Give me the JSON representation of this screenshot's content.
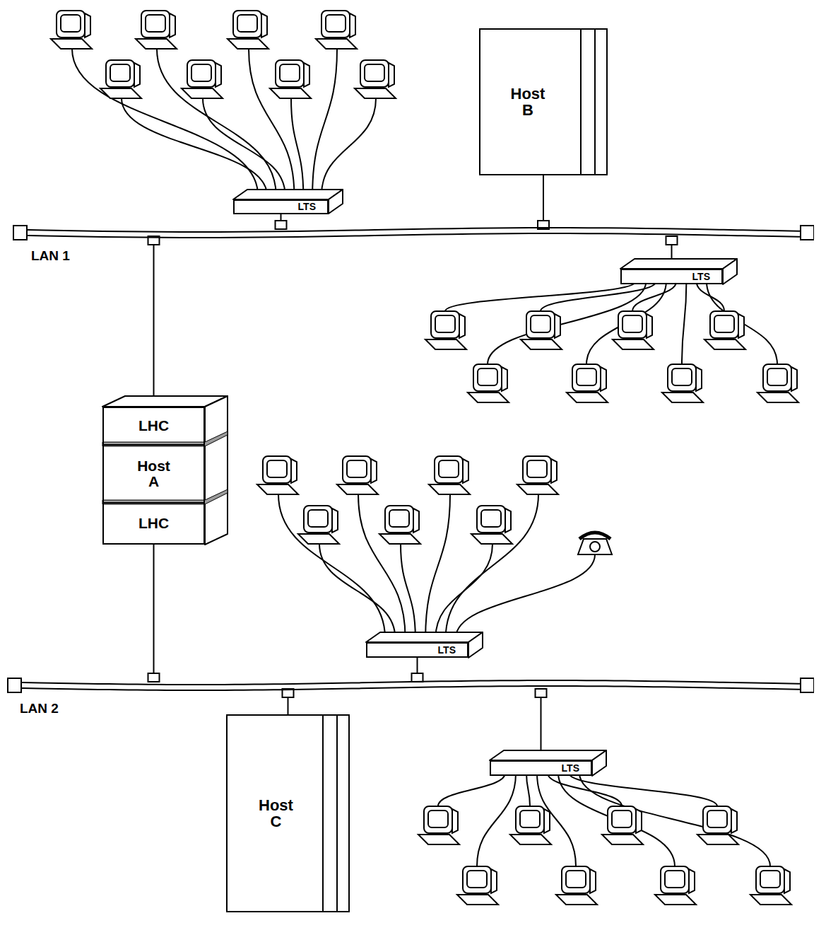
{
  "diagram": {
    "nodes": [
      {
        "text": [
          "LTS"
        ]
      },
      {
        "text": [
          "Host B"
        ]
      },
      {
        "text": [
          "LAN 1"
        ]
      },
      {
        "text": [
          "LTS"
        ]
      },
      {
        "text": [
          "LHC"
        ]
      },
      {
        "text": [
          "Host A"
        ]
      },
      {
        "text": [
          "LHC"
        ]
      },
      {
        "text": [
          "LTS"
        ]
      },
      {
        "text": [
          "LAN 2"
        ]
      },
      {
        "text": [
          "Host C"
        ]
      },
      {
        "text": [
          "LTS"
        ]
      }
    ],
    "edges": [
      {
        "from": 0,
        "to": 2,
        "arrow": "none"
      },
      {
        "from": 1,
        "to": 2,
        "arrow": "none"
      },
      {
        "from": 3,
        "to": 2,
        "arrow": "none"
      },
      {
        "from": 4,
        "to": 2,
        "arrow": "none"
      },
      {
        "from": 6,
        "to": 8,
        "arrow": "none"
      },
      {
        "from": 7,
        "to": 8,
        "arrow": "none"
      },
      {
        "from": 9,
        "to": 8,
        "arrow": "none"
      },
      {
        "from": 10,
        "to": 8,
        "arrow": "none"
      }
    ]
  }
}
